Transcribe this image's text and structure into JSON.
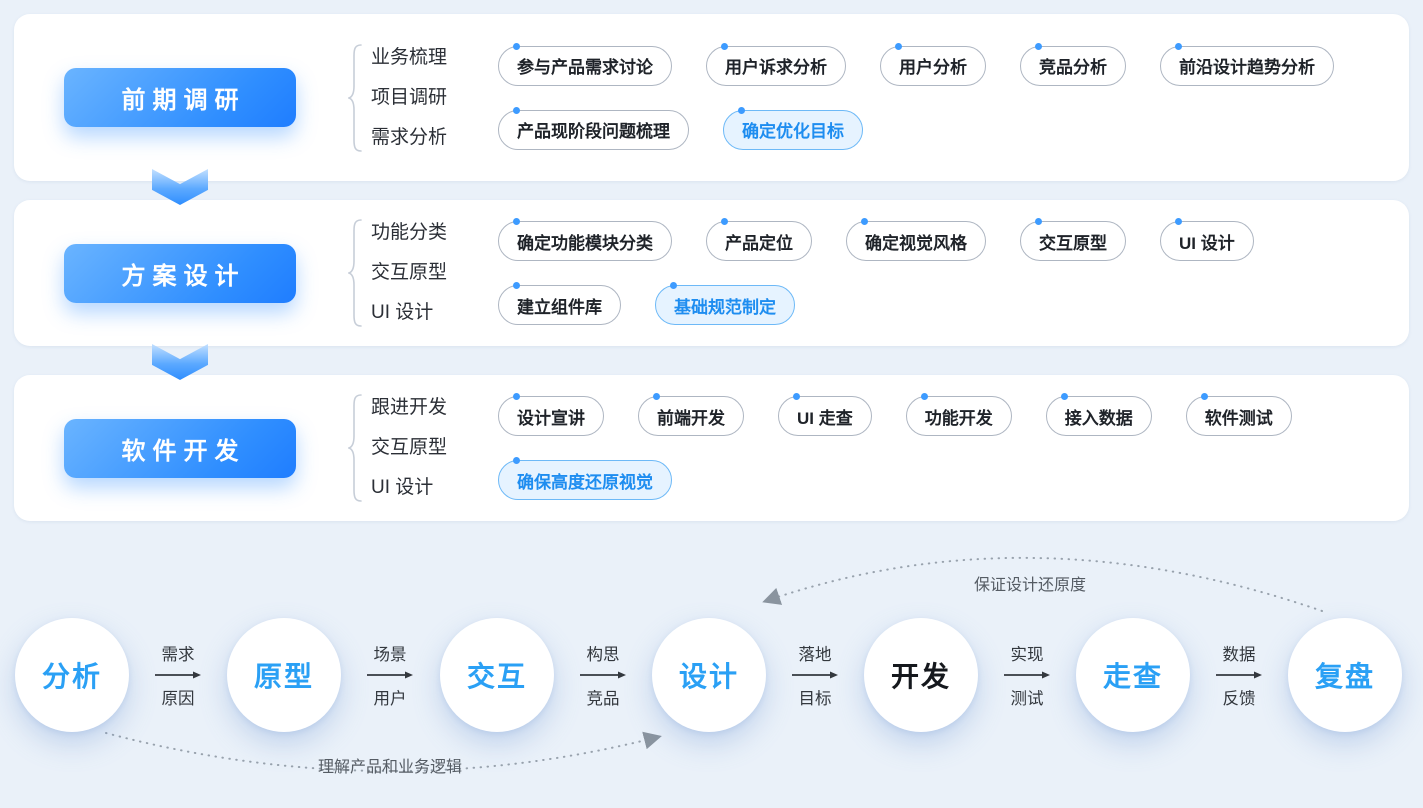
{
  "colors": {
    "background": "#eaf1f9",
    "card": "#ffffff",
    "accent_blue": "#2f8eff",
    "highlight_text": "#1e8df0",
    "highlight_bg": "#e6f3ff",
    "node_text": "#2aa0f5",
    "dotted_line": "#98a2ad"
  },
  "stages": [
    {
      "title": "前期调研",
      "side_items": [
        "业务梳理",
        "项目调研",
        "需求分析"
      ],
      "pill_rows": [
        [
          {
            "label": "参与产品需求讨论",
            "highlight": false
          },
          {
            "label": "用户诉求分析",
            "highlight": false
          },
          {
            "label": "用户分析",
            "highlight": false
          },
          {
            "label": "竞品分析",
            "highlight": false
          },
          {
            "label": "前沿设计趋势分析",
            "highlight": false
          }
        ],
        [
          {
            "label": "产品现阶段问题梳理",
            "highlight": false
          },
          {
            "label": "确定优化目标",
            "highlight": true
          }
        ]
      ]
    },
    {
      "title": "方案设计",
      "side_items": [
        "功能分类",
        "交互原型",
        "UI 设计"
      ],
      "pill_rows": [
        [
          {
            "label": "确定功能模块分类",
            "highlight": false
          },
          {
            "label": "产品定位",
            "highlight": false
          },
          {
            "label": "确定视觉风格",
            "highlight": false
          },
          {
            "label": "交互原型",
            "highlight": false
          },
          {
            "label": "UI 设计",
            "highlight": false
          }
        ],
        [
          {
            "label": "建立组件库",
            "highlight": false
          },
          {
            "label": "基础规范制定",
            "highlight": true
          }
        ]
      ]
    },
    {
      "title": "软件开发",
      "side_items": [
        "跟进开发",
        "交互原型",
        "UI 设计"
      ],
      "pill_rows": [
        [
          {
            "label": "设计宣讲",
            "highlight": false
          },
          {
            "label": "前端开发",
            "highlight": false
          },
          {
            "label": "UI 走查",
            "highlight": false
          },
          {
            "label": "功能开发",
            "highlight": false
          },
          {
            "label": "接入数据",
            "highlight": false
          },
          {
            "label": "软件测试",
            "highlight": false
          }
        ],
        [
          {
            "label": "确保高度还原视觉",
            "highlight": true
          }
        ]
      ]
    }
  ],
  "flow": {
    "nodes": [
      {
        "label": "分析",
        "style": "accent"
      },
      {
        "label": "原型",
        "style": "accent"
      },
      {
        "label": "交互",
        "style": "accent"
      },
      {
        "label": "设计",
        "style": "accent"
      },
      {
        "label": "开发",
        "style": "dark"
      },
      {
        "label": "走查",
        "style": "accent"
      },
      {
        "label": "复盘",
        "style": "accent"
      }
    ],
    "edges": [
      {
        "top": "需求",
        "bottom": "原因"
      },
      {
        "top": "场景",
        "bottom": "用户"
      },
      {
        "top": "构思",
        "bottom": "竞品"
      },
      {
        "top": "落地",
        "bottom": "目标"
      },
      {
        "top": "实现",
        "bottom": "测试"
      },
      {
        "top": "数据",
        "bottom": "反馈"
      }
    ],
    "loop_top_label": "保证设计还原度",
    "loop_bottom_label": "理解产品和业务逻辑"
  }
}
